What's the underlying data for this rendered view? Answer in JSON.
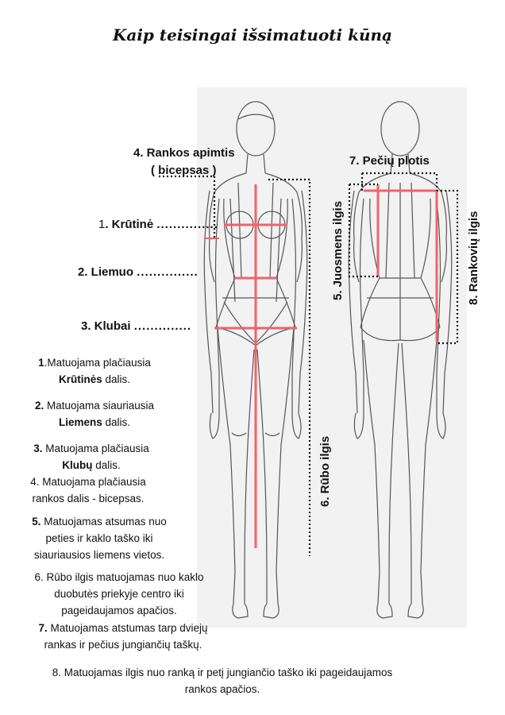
{
  "title": "Kaip teisingai išsimatuoti kūną",
  "labels": {
    "rankos_apimtis_line1": "4. Rankos apimtis",
    "rankos_apimtis_line2": "( bicepsas )",
    "kritine_num": "1",
    "kritine_word": ". Krūtinė",
    "kritine_dots": "...............",
    "liemuo": "2. Liemuo",
    "liemuo_dots": "...............",
    "klubai": "3. Klubai",
    "klubai_dots": "..............",
    "peciu_plotis": "7. Pečių plotis",
    "juosmens_ilgis": "5. Juosmens ilgis",
    "rankoviu_ilgis": "8.  Rankovių ilgis",
    "rubo_ilgis": "6. Rūbo ilgis"
  },
  "descriptions": [
    {
      "bold_prefix": "1",
      "line1": ".Matuojama plačiausia",
      "line2_bold": "Krūtinės",
      "line2": " dalis."
    },
    {
      "bold_prefix": "2.",
      "line1": " Matuojama siauriausia",
      "line2_bold": "Liemens",
      "line2": " dalis."
    },
    {
      "bold_prefix": "3.",
      "line1": " Matuojama plačiausia",
      "line2_bold": "Klubų",
      "line2": " dalis."
    },
    {
      "line1": "4. Matuojama plačiausia",
      "line2": "rankos dalis - bicepsas."
    },
    {
      "bold_prefix": "5.",
      "line1": "  Matuojamas atsumas nuo",
      "line2": "peties ir kaklo taško iki",
      "line3": "siauriausios liemens vietos."
    },
    {
      "line1": "6. Rūbo ilgis matuojamas nuo kaklo",
      "line2": "duobutės priekyje centro iki",
      "line3": "pageidaujamos apačios."
    },
    {
      "bold_prefix": "7.",
      "line1": " Matuojamas atstumas tarp dviejų",
      "line2": "rankas ir pečius jungiančių taškų."
    },
    {
      "line1": "8. Matuojamas ilgis nuo ranką ir petį jungiančio taško iki pageidaujamos",
      "line2": "rankos apačios."
    }
  ],
  "colors": {
    "measure_red": "#f0636b",
    "outline": "#555555",
    "panel_bg": "#f2f2f2"
  }
}
